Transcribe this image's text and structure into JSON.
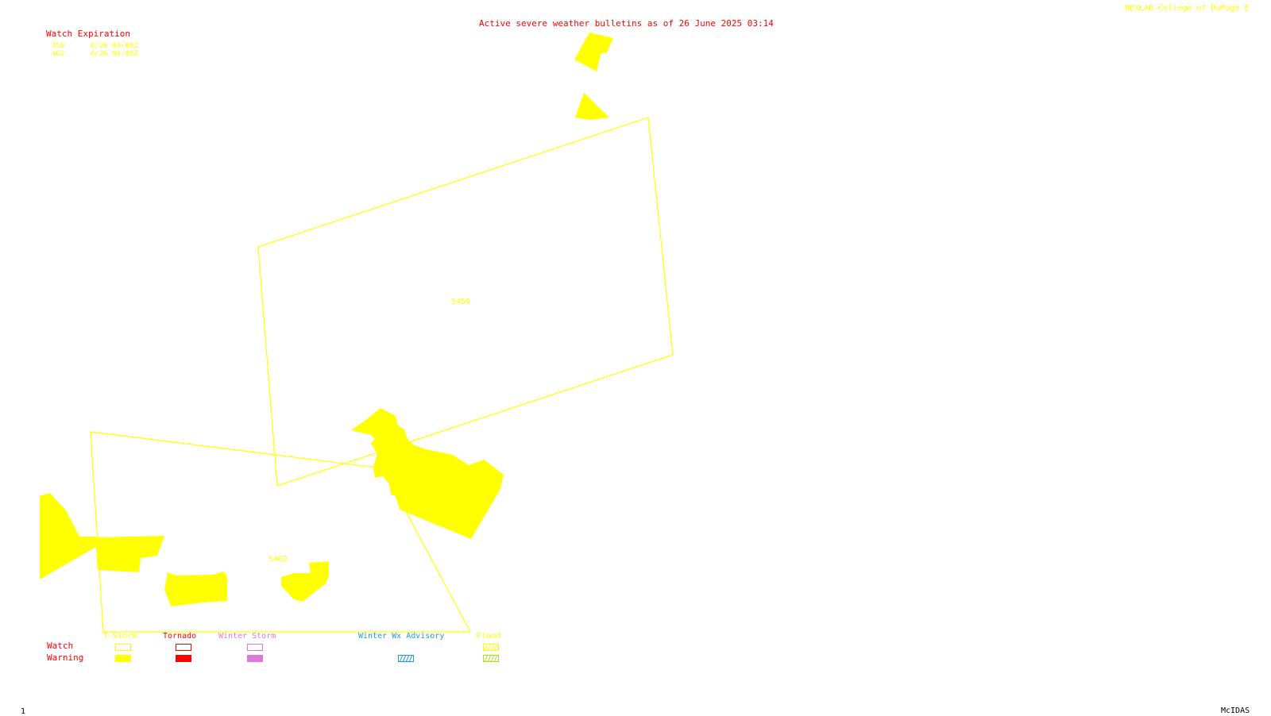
{
  "header": {
    "bulletin_title": "Active severe weather bulletins as of 26 June 2025 03:14",
    "credit": "NEXLAB-College of DuPage E"
  },
  "watch_expiration": {
    "heading": "Watch Expiration",
    "rows": [
      {
        "id": "459",
        "expires": "6/26 04:00Z"
      },
      {
        "id": "462",
        "expires": "6/26 06:00Z"
      }
    ]
  },
  "map": {
    "watch_labels": [
      {
        "text": "S459"
      },
      {
        "text": "S462"
      }
    ]
  },
  "legend": {
    "row_labels": {
      "watch": "Watch",
      "warning": "Warning"
    },
    "categories": [
      {
        "name": "T-Storm",
        "color": "#ffff00"
      },
      {
        "name": "Tornado",
        "color": "#ff0000"
      },
      {
        "name": "Winter Storm",
        "color": "#dd77dd"
      },
      {
        "name": "Winter Wx Advisory",
        "color": "#2299dd"
      },
      {
        "name": "Flood",
        "color": "#aadd22"
      }
    ]
  },
  "footer": {
    "frame_number": "1",
    "software": "McIDAS"
  },
  "colors": {
    "watch_yellow": "#ffff00",
    "label_red": "#ff0000",
    "background": "#ffffff"
  }
}
